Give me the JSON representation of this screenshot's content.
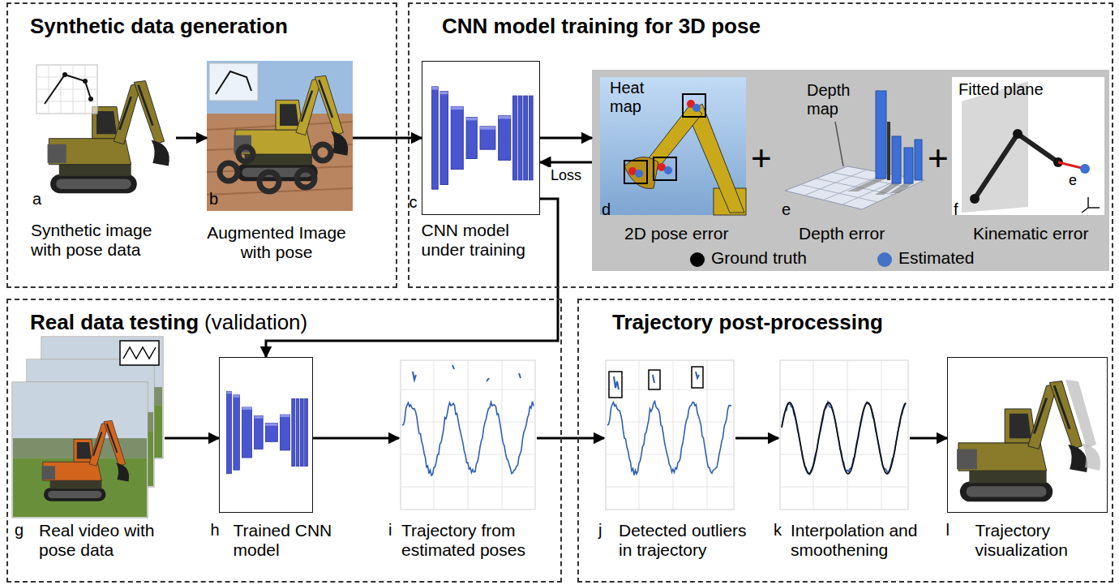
{
  "diagram": {
    "nodes": [
      {
        "text": [
          "Synthetic data generation"
        ]
      },
      {
        "text": [
          "a",
          "Synthetic image with pose data"
        ],
        "in": 0
      },
      {
        "text": [
          "b",
          "Augmented Image with pose"
        ],
        "in": 0
      },
      {
        "text": [
          "CNN model training for 3D pose"
        ]
      },
      {
        "text": [
          "c",
          "CNN model under training"
        ],
        "in": 3
      },
      {
        "text": [
          "Heat map",
          "d",
          "2D pose error"
        ],
        "in": 3
      },
      {
        "text": [
          "Depth map",
          "e",
          "Depth error"
        ],
        "in": 3
      },
      {
        "text": [
          "Fitted plane",
          "e",
          "f",
          "Kinematic error"
        ],
        "in": 3
      },
      {
        "text": [
          "Real data testing",
          "(validation)"
        ]
      },
      {
        "text": [
          "g",
          "Real video with pose data"
        ],
        "in": 8
      },
      {
        "text": [
          "h",
          "Trained CNN model"
        ],
        "in": 8
      },
      {
        "text": [
          "i",
          "Trajectory from estimated poses"
        ],
        "in": 8
      },
      {
        "text": [
          "Trajectory post-processing"
        ]
      },
      {
        "text": [
          "j",
          "Detected outliers in trajectory"
        ],
        "in": 12
      },
      {
        "text": [
          "k",
          "Interpolation and smoothening"
        ],
        "in": 12
      },
      {
        "text": [
          "l",
          "Trajectory visualization"
        ],
        "in": 12
      }
    ],
    "edges": [
      {
        "from": 1,
        "to": 2,
        "arrow": "to"
      },
      {
        "from": 2,
        "to": 4,
        "arrow": "to"
      },
      {
        "from": 4,
        "to": 5,
        "arrow": "to"
      },
      {
        "from": 5,
        "to": 4,
        "label": "Loss",
        "arrow": "to"
      },
      {
        "from": 4,
        "to": 10,
        "arrow": "to"
      },
      {
        "from": 9,
        "to": 10,
        "arrow": "to"
      },
      {
        "from": 10,
        "to": 11,
        "arrow": "to"
      },
      {
        "from": 11,
        "to": 13,
        "arrow": "to"
      },
      {
        "from": 13,
        "to": 14,
        "arrow": "to"
      },
      {
        "from": 14,
        "to": 15,
        "arrow": "to"
      }
    ],
    "labels": [
      "+",
      "+"
    ],
    "legend": [
      {
        "text": "Ground truth",
        "color": "#000000"
      },
      {
        "text": "Estimated",
        "color": "#4472c4"
      }
    ]
  }
}
